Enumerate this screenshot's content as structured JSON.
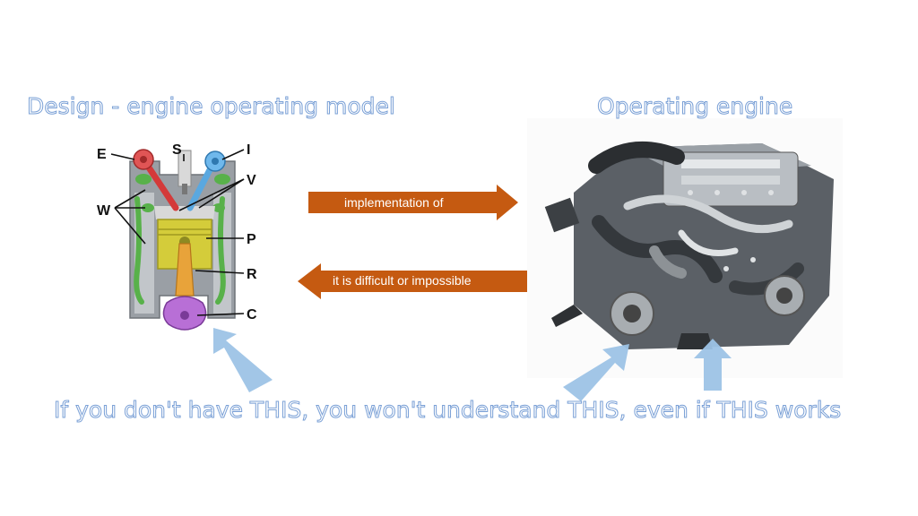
{
  "titles": {
    "left": "Design - engine operating model",
    "right": "Operating engine"
  },
  "arrows": {
    "forward_label": "implementation of",
    "backward_label": "it is difficult or impossible"
  },
  "caption": "If you don't have THIS, you won't understand THIS, even if THIS works",
  "diagram_parts": {
    "E": "E",
    "S": "S",
    "I": "I",
    "V": "V",
    "W": "W",
    "P": "P",
    "R": "R",
    "C": "C"
  },
  "colors": {
    "orange_arrow": "#c55a11",
    "blue_arrow": "#9dc3e6",
    "title_outline": "#7aa0d6"
  },
  "icons": {
    "left_image": "piston-cylinder-cutaway-diagram",
    "right_image": "engine-photo"
  }
}
